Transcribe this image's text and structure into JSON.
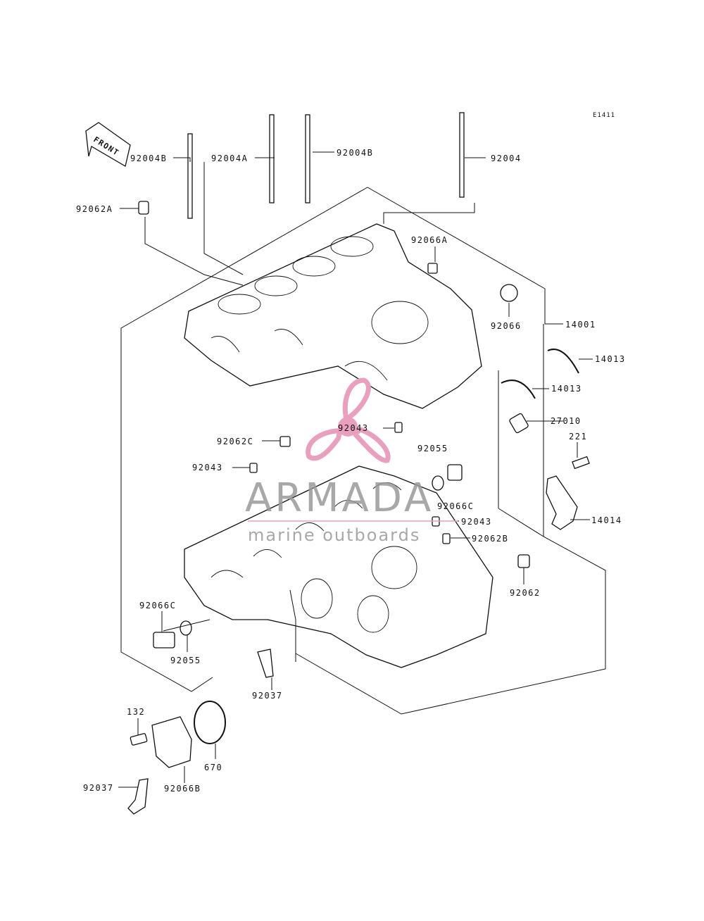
{
  "diagram": {
    "ref_code": "E1411",
    "front_label": "FRONT",
    "labels": {
      "l_92004b_left": "92004B",
      "l_92004a": "92004A",
      "l_92004b_mid": "92004B",
      "l_92004": "92004",
      "l_92062a": "92062A",
      "l_92066a": "92066A",
      "l_92066": "92066",
      "l_14001": "14001",
      "l_14013_top": "14013",
      "l_14013_low": "14013",
      "l_27010": "27010",
      "l_221": "221",
      "l_14014": "14014",
      "l_92043_top": "92043",
      "l_92062c": "92062C",
      "l_92043_left": "92043",
      "l_92055_right": "92055",
      "l_92066c_right": "92066C",
      "l_92043_right": "92043",
      "l_92062b": "92062B",
      "l_92062": "92062",
      "l_92066c_left": "92066C",
      "l_92055_left": "92055",
      "l_92037_mid": "92037",
      "l_132": "132",
      "l_670": "670",
      "l_92037_bot": "92037",
      "l_92066b": "92066B"
    }
  },
  "watermark": {
    "brand": "ARMADA",
    "tagline": "marine outboards",
    "logo_colors": {
      "propeller": "#e8a0be",
      "text": "#9a9a9a"
    }
  }
}
